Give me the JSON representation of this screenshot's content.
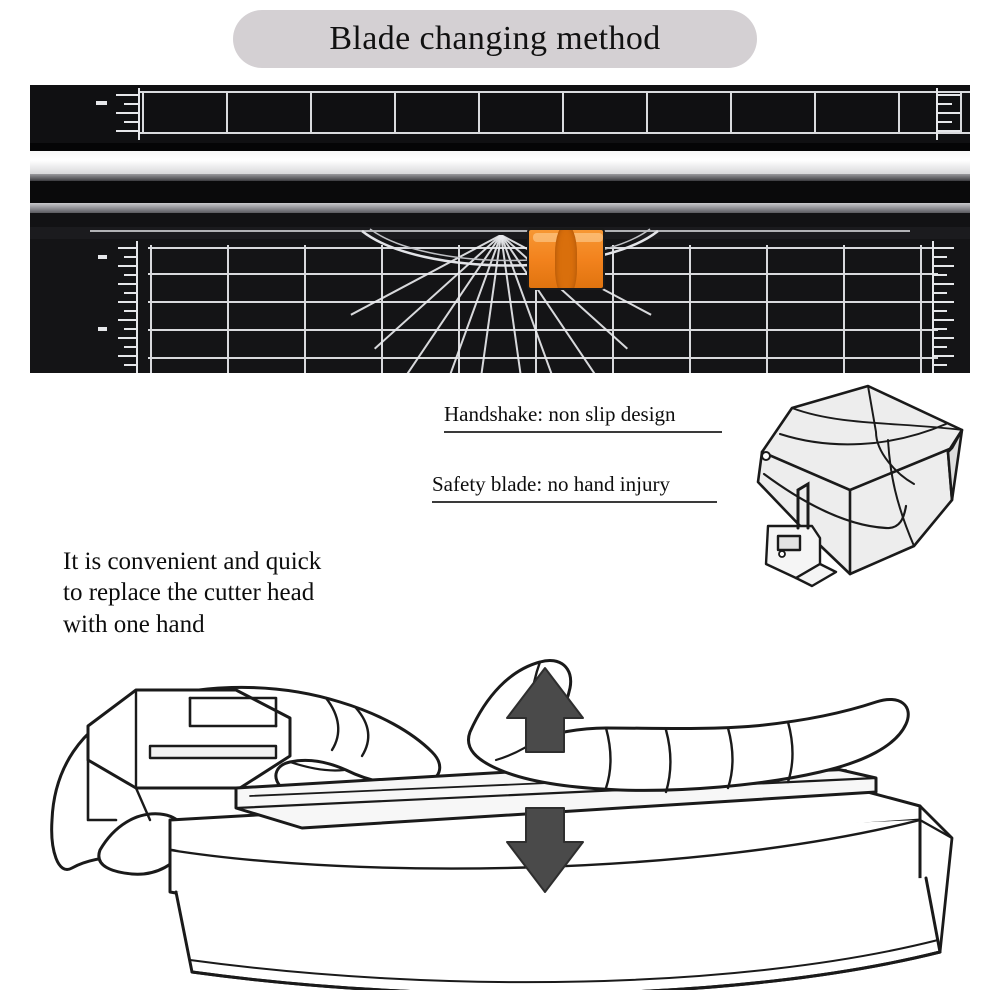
{
  "title": {
    "text": "Blade changing method",
    "pill_color": "#d4d0d3",
    "text_color": "#111111"
  },
  "photo": {
    "name": "paper-trimmer-photo",
    "description": "Top-down photo of a black paper trimmer cutting mat with white grid lines, metal rail and an orange blade holder cartridge",
    "mat_color": "#141416",
    "grid_color": "#d9dadd",
    "blade_holder_color": "#f2821d"
  },
  "callouts": [
    {
      "label": "Handshake: non slip design",
      "leader": "leader-line"
    },
    {
      "label": "Safety blade: no hand injury",
      "leader": "leader-line"
    }
  ],
  "lead_text": {
    "lines": [
      "It is convenient and quick",
      "to replace the cutter head",
      "with one hand"
    ],
    "full": "It is convenient and quick to replace the cutter head with one hand"
  },
  "illustrations": {
    "cartridge": {
      "name": "blade-cartridge-drawing",
      "fill": "#ececec",
      "stroke": "#1a1a1a"
    },
    "hands": {
      "name": "hands-replacing-cutter-head-drawing",
      "fill": "#ffffff",
      "stroke": "#1a1a1a",
      "arrow_color": "#4a4a4a",
      "arrows": [
        "up-arrow",
        "down-arrow"
      ]
    }
  }
}
